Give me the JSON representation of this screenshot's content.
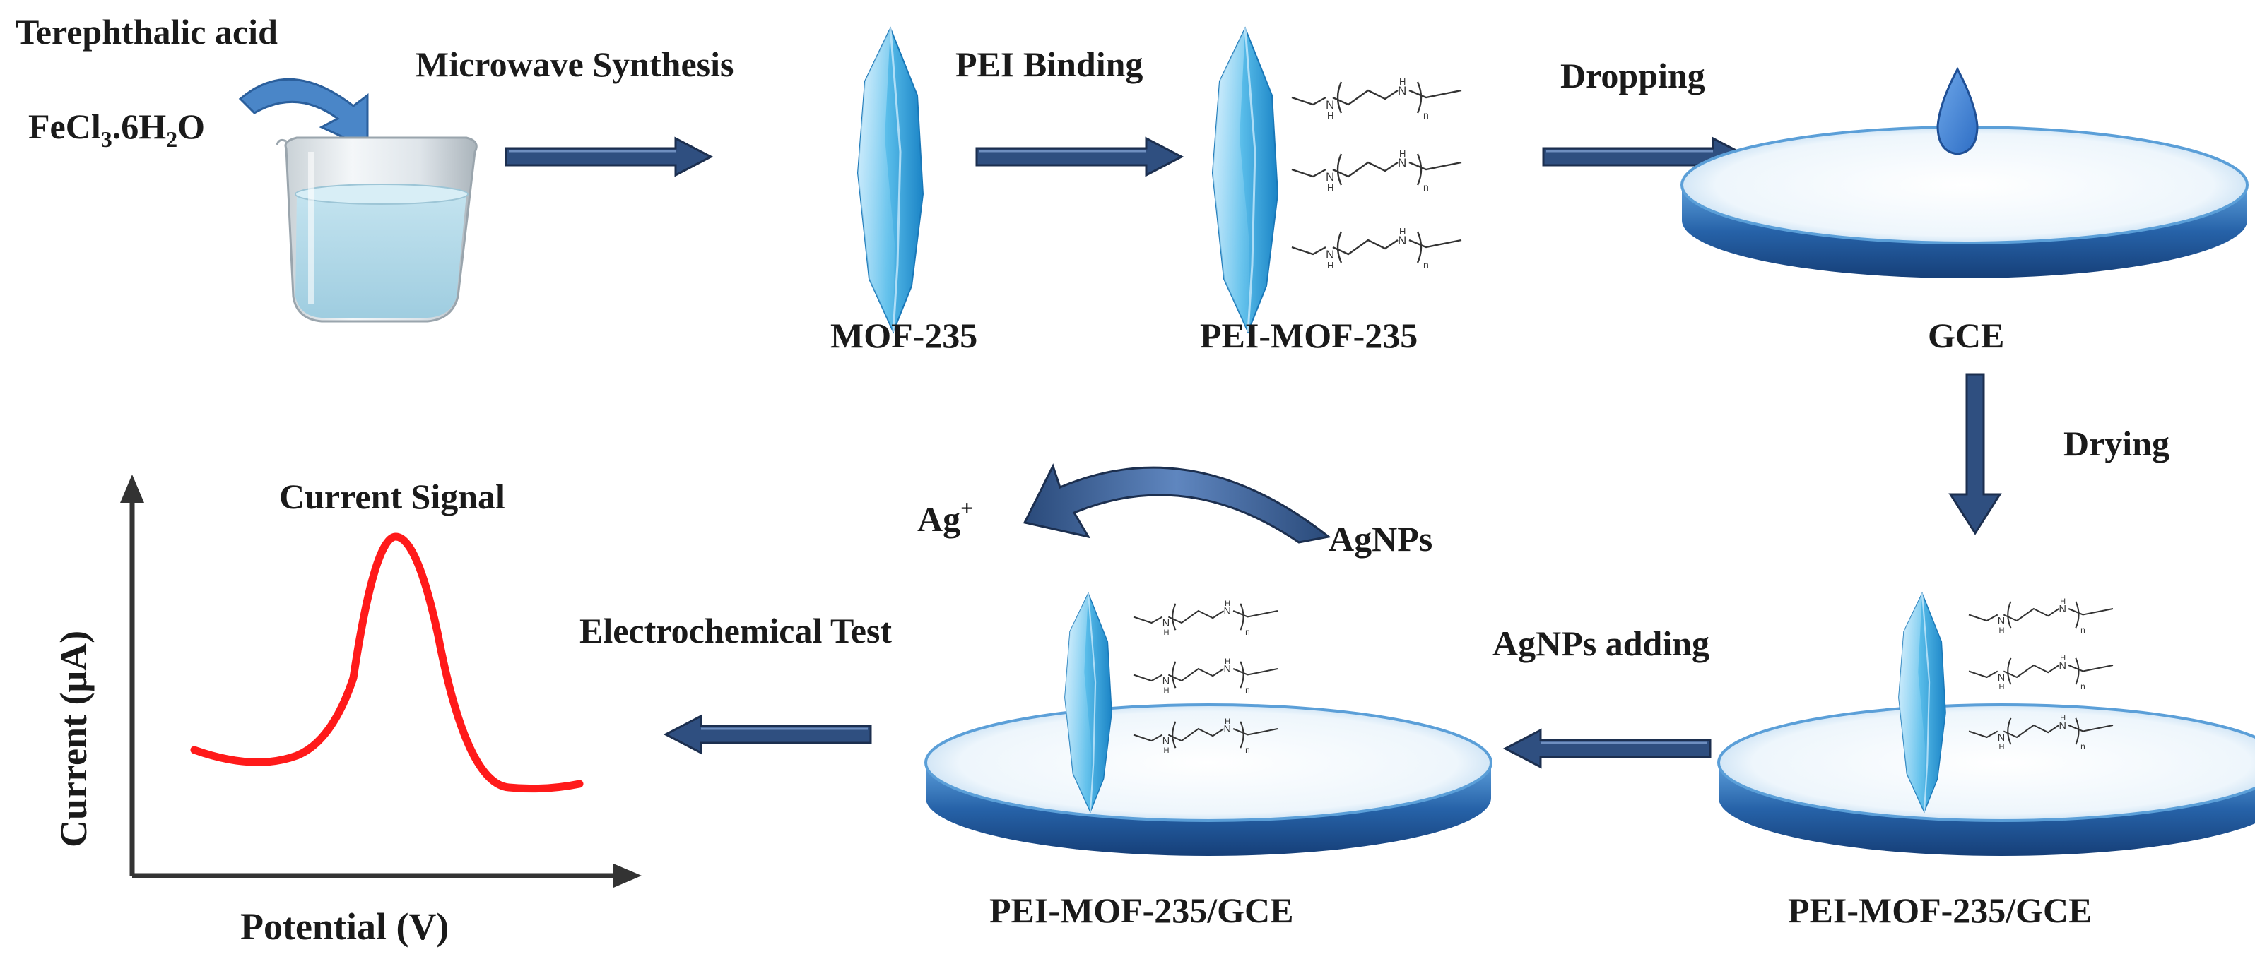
{
  "colors": {
    "arrow_fill": "#2f4f80",
    "arrow_edge": "#1c2f4f",
    "crystal_light": "#9fd9f7",
    "crystal_mid": "#4fb5e8",
    "crystal_dark": "#1c86c8",
    "electrode_top": "#e9f3fb",
    "electrode_rim_dark": "#1e4f90",
    "electrode_rim_light": "#4a8fd0",
    "droplet": "#3b7fd6",
    "signal": "#ff1a1a",
    "text": "#1a1a1a"
  },
  "labels": {
    "reagent_1": "Terephthalic acid",
    "reagent_2_base": "FeCl",
    "reagent_2_sub1": "3",
    "reagent_2_mid": ".6H",
    "reagent_2_sub2": "2",
    "reagent_2_end": "O",
    "step_microwave": "Microwave Synthesis",
    "step_pei": "PEI  Binding",
    "step_dropping": "Dropping",
    "step_drying": "Drying",
    "step_agnps_adding": "AgNPs adding",
    "step_electrochem": "Electrochemical Test",
    "product_mof": "MOF-235",
    "product_pei_mof": "PEI-MOF-235",
    "electrode_gce": "GCE",
    "electrode_mod_1": "PEI-MOF-235/GCE",
    "electrode_mod_2": "PEI-MOF-235/GCE",
    "ag_ion_base": "Ag",
    "ag_ion_sup": "+",
    "agnps": "AgNPs",
    "signal_title": "Current Signal",
    "axis_y": "Current  (μA)",
    "axis_x": "Potential (V)"
  },
  "pei_chain": {
    "nh_label": "N",
    "h_label": "H",
    "n_label": "n"
  },
  "icons": {
    "beaker": "beaker-icon",
    "pour": "curved-pour-arrow-icon",
    "crystal": "mof-crystal-icon",
    "droplet": "droplet-icon",
    "electrode": "gce-disk-icon",
    "reduction": "curved-reduction-arrow-icon"
  }
}
